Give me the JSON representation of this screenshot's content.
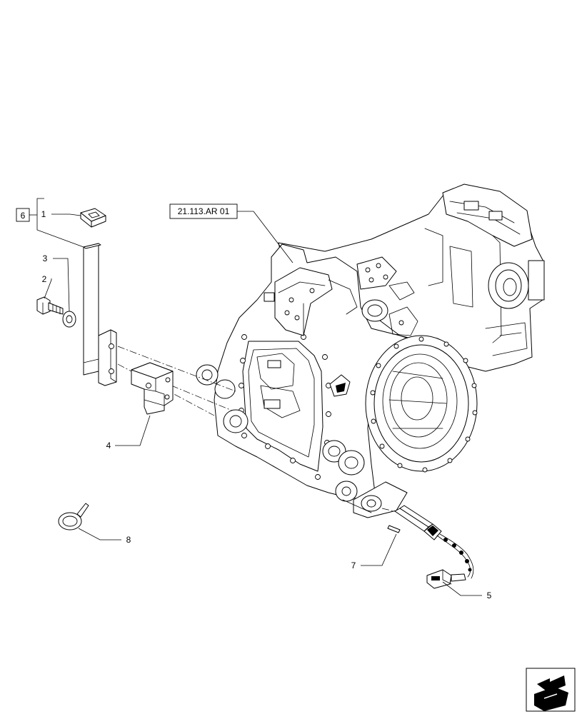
{
  "figure": {
    "reference_label": "21.113.AR 01",
    "kit_callout": "6",
    "callouts": [
      {
        "id": "c1",
        "text": "1",
        "part": "plug-cap"
      },
      {
        "id": "c2",
        "text": "2",
        "part": "bolt"
      },
      {
        "id": "c3",
        "text": "3",
        "part": "washer"
      },
      {
        "id": "c4",
        "text": "4",
        "part": "bracket"
      },
      {
        "id": "c5",
        "text": "5",
        "part": "speed-sensor"
      },
      {
        "id": "c7",
        "text": "7",
        "part": "pin"
      },
      {
        "id": "c8",
        "text": "8",
        "part": "cable-tie-clip"
      }
    ]
  },
  "icons": {
    "navigation": "next-page-arrow-icon"
  },
  "colors": {
    "line": "#000000",
    "background": "#ffffff"
  }
}
